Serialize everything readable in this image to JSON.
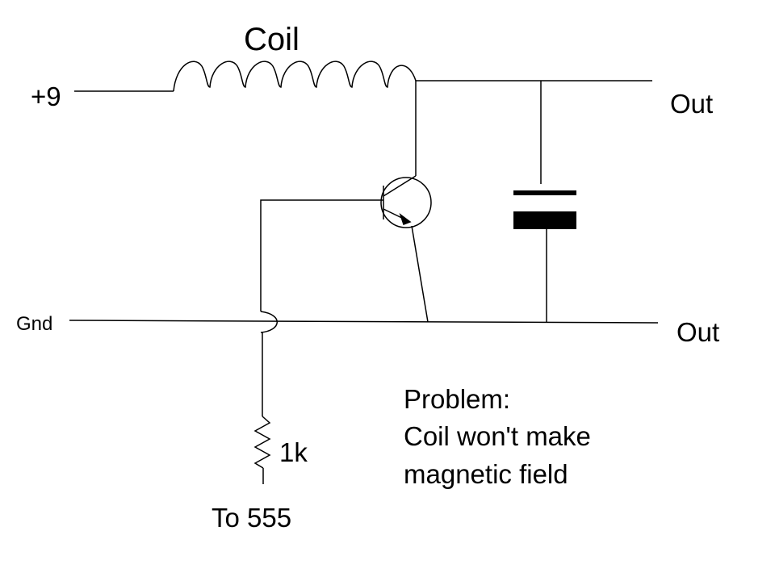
{
  "labels": {
    "coil": "Coil",
    "plus9": "+9",
    "out_top": "Out",
    "gnd": "Gnd",
    "out_bottom": "Out",
    "resistor": "1k",
    "to555": "To 555",
    "problem_line1": "Problem:",
    "problem_line2": "Coil won't make",
    "problem_line3": "magnetic field"
  },
  "colors": {
    "ink": "#000000",
    "background": "#ffffff"
  }
}
